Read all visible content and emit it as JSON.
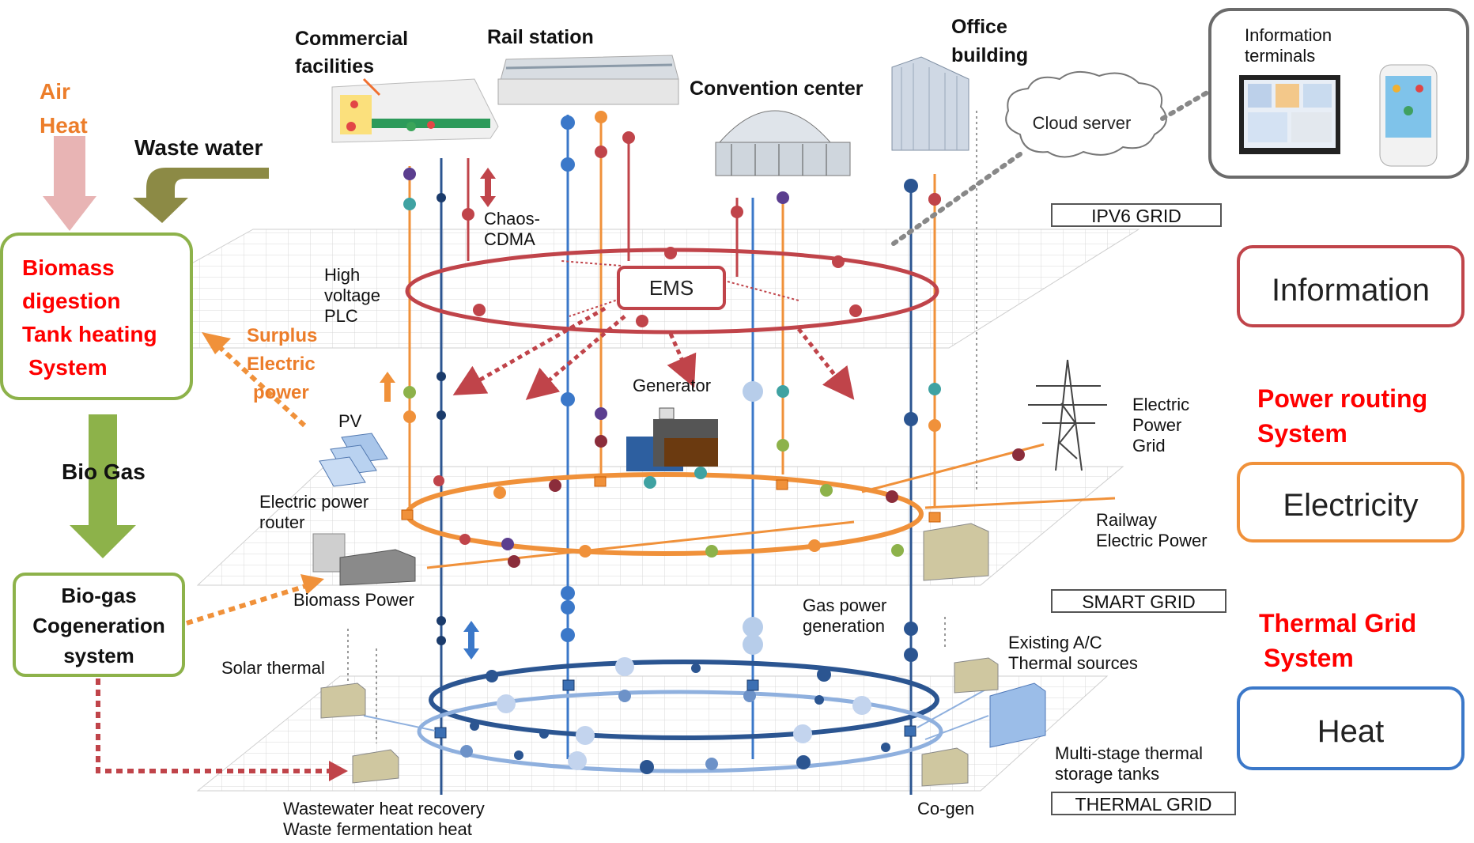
{
  "left": {
    "air": "Air",
    "heat": "Heat",
    "waste_water": "Waste water",
    "biomass_box": [
      "Biomass",
      "digestion",
      "Tank heating",
      "System"
    ],
    "surplus": [
      "Surplus",
      "Electric",
      "power"
    ],
    "bio_gas": "Bio Gas",
    "cogen_box": [
      "Bio-gas",
      "Cogeneration",
      "system"
    ]
  },
  "buildings": {
    "commercial": [
      "Commercial",
      "facilities"
    ],
    "rail": "Rail station",
    "convention": "Convention center",
    "office": [
      "Office",
      "building"
    ]
  },
  "info_panel": {
    "title": [
      "Information",
      "terminals"
    ],
    "cloud": "Cloud server"
  },
  "layers": {
    "ipv6": "IPV6 GRID",
    "smart": "SMART GRID",
    "thermal": "THERMAL GRID"
  },
  "right": {
    "information": "Information",
    "power_routing": [
      "Power routing",
      "System"
    ],
    "electricity": "Electricity",
    "thermal_system": [
      "Thermal Grid",
      "System"
    ],
    "heat": "Heat"
  },
  "labels": {
    "chaos": [
      "Chaos-",
      "CDMA"
    ],
    "high_voltage": [
      "High",
      "voltage",
      "PLC"
    ],
    "ems": "EMS",
    "generator": "Generator",
    "pv": "PV",
    "router": [
      "Electric power",
      "router"
    ],
    "biomass_power": "Biomass Power",
    "epg": [
      "Electric",
      "Power",
      "Grid"
    ],
    "railway": [
      "Railway",
      "Electric Power"
    ],
    "gas_power": [
      "Gas power",
      "generation"
    ],
    "existing_ac": [
      "Existing A/C",
      "Thermal sources"
    ],
    "solar_thermal": "Solar thermal",
    "multistage": [
      "Multi-stage thermal",
      "storage tanks"
    ],
    "wastewater": [
      "Wastewater heat recovery",
      "Waste fermentation heat"
    ],
    "cogen": "Co-gen"
  },
  "colors": {
    "info": "#c0444a",
    "electric": "#f0913a",
    "heat_dark": "#2b5591",
    "heat_light": "#6d92c8",
    "green": "#8db24a",
    "orange_text": "#ec7d2a",
    "red_text": "#ff0000"
  }
}
